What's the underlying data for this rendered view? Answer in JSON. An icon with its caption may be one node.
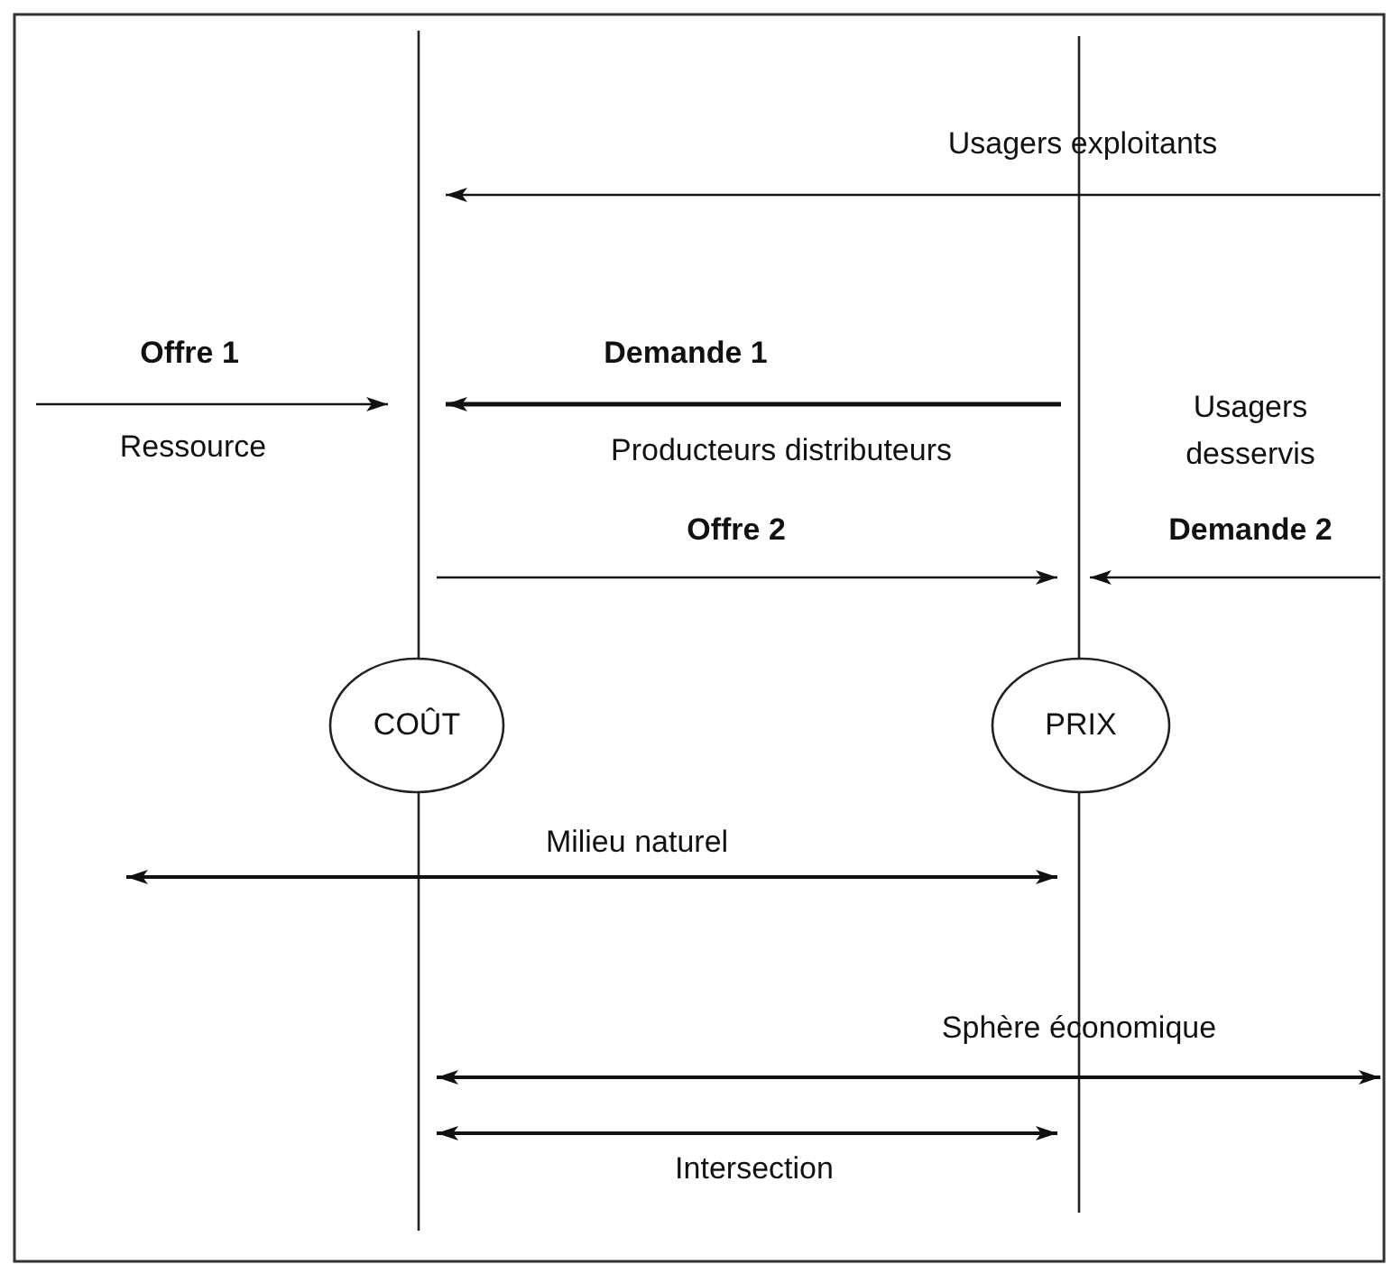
{
  "diagram": {
    "nodes": [
      {
        "text": [
          "COÛT"
        ]
      },
      {
        "text": [
          "PRIX"
        ]
      }
    ],
    "labels": [
      "Usagers exploitants",
      "Offre 1",
      "Demande 1",
      "Usagers desservis",
      "Ressource",
      "Producteurs distributeurs",
      "Offre 2",
      "Demande 2",
      "Milieu naturel",
      "Sphère économique",
      "Intersection"
    ]
  }
}
